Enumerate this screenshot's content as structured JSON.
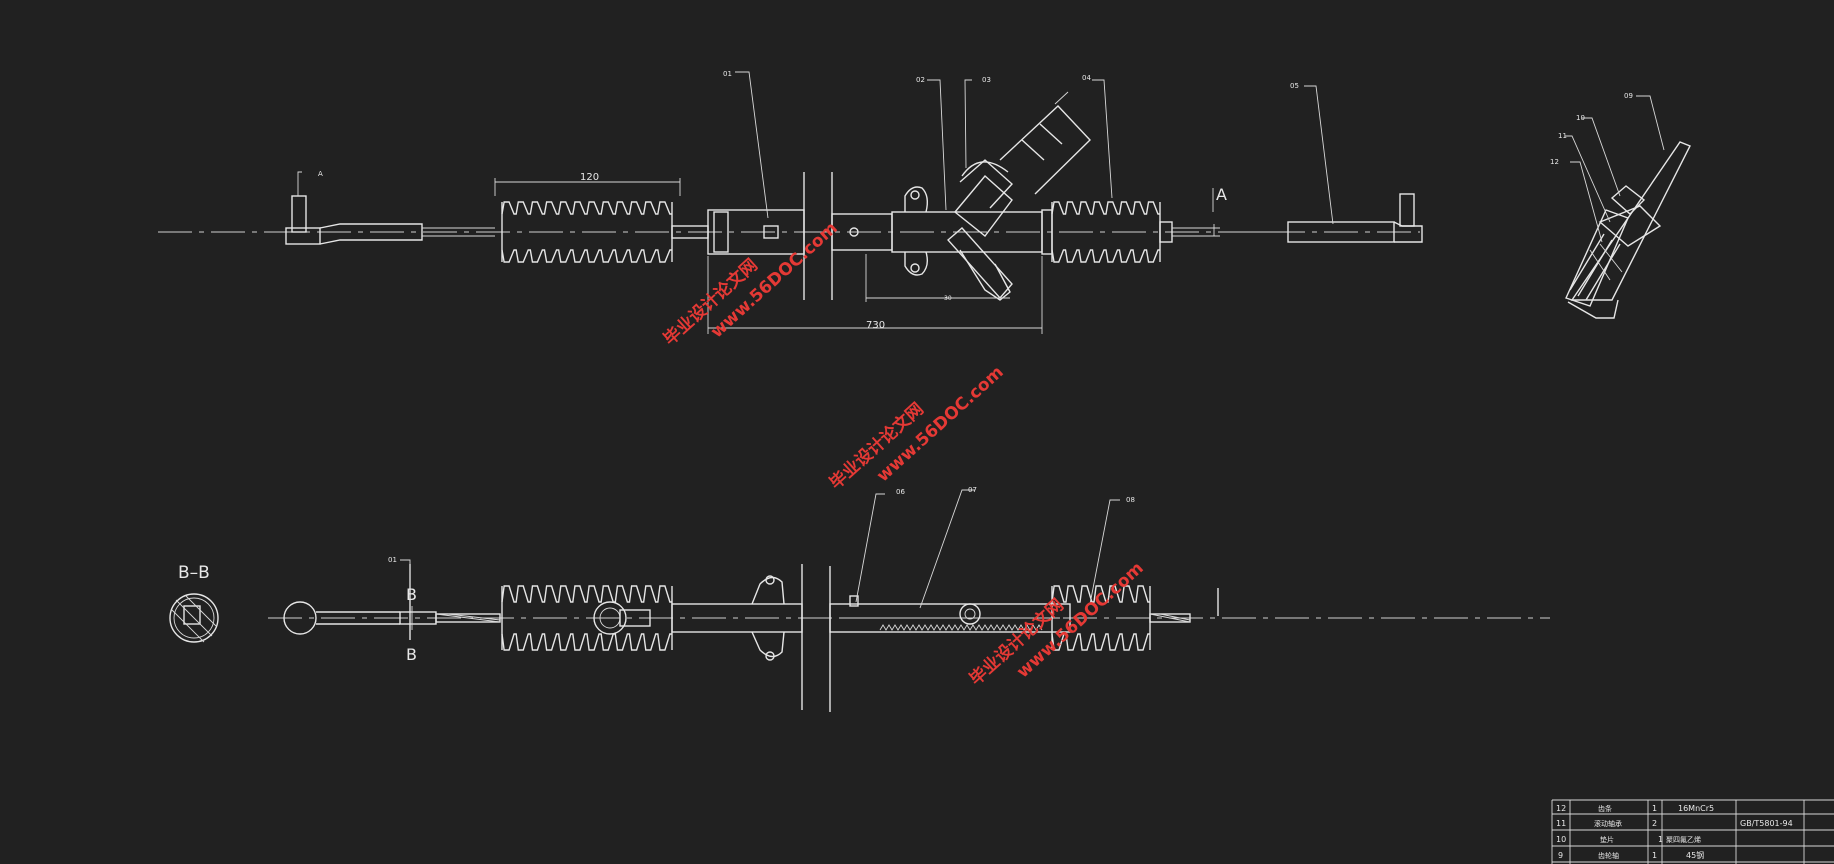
{
  "drawing": {
    "part_labels": [
      "01",
      "02",
      "03",
      "04",
      "05",
      "06",
      "07",
      "08",
      "09",
      "10",
      "11",
      "12"
    ],
    "section_label": "B–B",
    "view_letter_a_small": "A",
    "view_letter_a_large": "A",
    "section_letter_top": "B",
    "section_letter_bottom": "B",
    "dims": {
      "boot_length": "120",
      "overall": "730",
      "small": "30"
    }
  },
  "watermark": {
    "url": "www.56DOC.com",
    "cn": "毕业设计论文网"
  },
  "bom": {
    "rows": [
      {
        "no": "12",
        "name": "齿条",
        "qty": "1",
        "material": "16MnCr5",
        "std": ""
      },
      {
        "no": "11",
        "name": "滚动轴承",
        "qty": "2",
        "material": "",
        "std": "GB/T5801-94"
      },
      {
        "no": "10",
        "name": "垫片",
        "qty": "1",
        "material": "聚四氟乙烯",
        "std": ""
      },
      {
        "no": "9",
        "name": "齿轮轴",
        "qty": "1",
        "material": "45钢",
        "std": ""
      }
    ]
  },
  "colors": {
    "background": "#212121",
    "line": "#e6e6e6",
    "watermark": "#e53935"
  }
}
